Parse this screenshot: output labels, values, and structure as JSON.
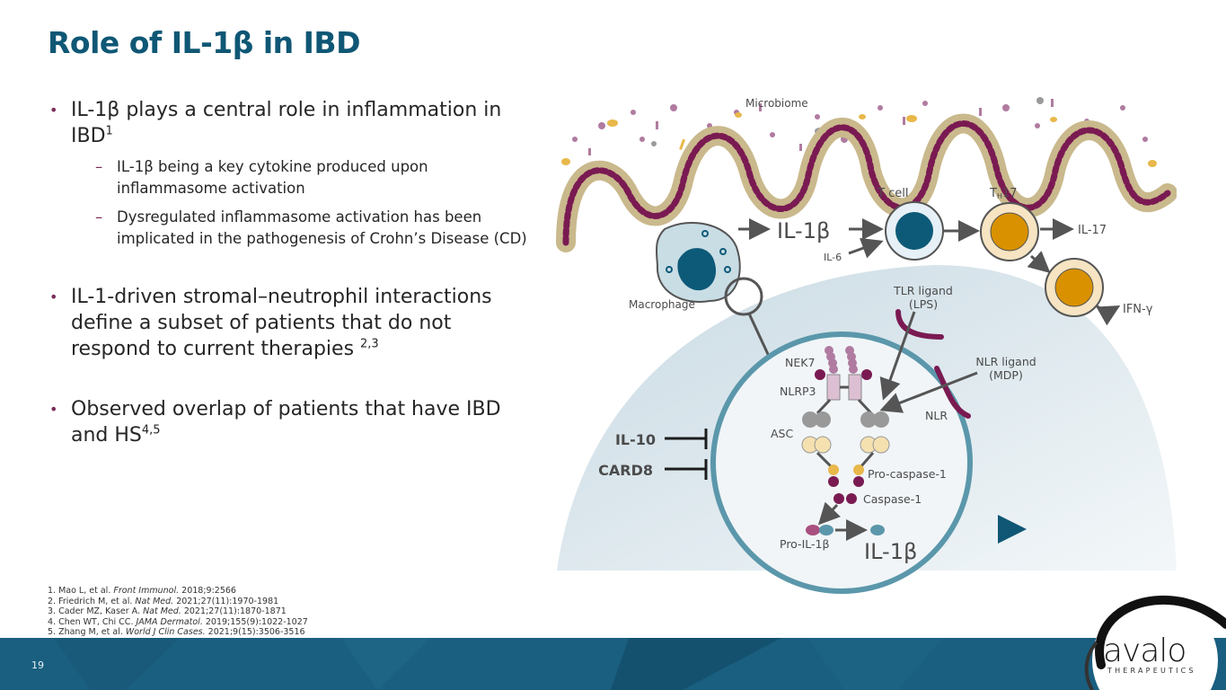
{
  "slide": {
    "title": "Role of IL-1β in IBD",
    "page_number": "19"
  },
  "bullets": [
    {
      "text": "IL-1β plays a central role in inflammation in IBD",
      "sup": "1",
      "sub": [
        "IL-1β being a key cytokine produced upon inflammasome activation",
        "Dysregulated inflammasome activation has been implicated in the pathogenesis of Crohn’s Disease (CD)"
      ]
    },
    {
      "text": "IL-1-driven stromal–neutrophil interactions define a subset of patients that do not respond to current therapies ",
      "sup": "2,3"
    },
    {
      "text": "Observed overlap of patients that have IBD and HS",
      "sup": "4,5"
    }
  ],
  "references": [
    {
      "pre": "1. Mao L, et al. ",
      "journal": "Front Immunol.",
      "post": " 2018;9:2566"
    },
    {
      "pre": "2. Friedrich M, et al. ",
      "journal": "Nat Med.",
      "post": " 2021;27(11):1970-1981"
    },
    {
      "pre": "3. Cader MZ, Kaser A. ",
      "journal": "Nat Med.",
      "post": " 2021;27(11):1870-1871"
    },
    {
      "pre": "4. Chen WT, Chi CC. ",
      "journal": "JAMA Dermatol.",
      "post": " 2019;155(9):1022-1027"
    },
    {
      "pre": "5. Zhang M, et al. ",
      "journal": "World J Clin Cases.",
      "post": " 2021;9(15):3506-3516"
    }
  ],
  "diagram": {
    "microbiome": "Microbiome",
    "macrophage": "Macrophage",
    "il1b_top": "IL-1β",
    "il6": "IL-6",
    "tcell": "T cell",
    "th17_main": "T",
    "th17_sub": "H",
    "th17_num": "17",
    "il17": "IL-17",
    "ifng": "IFN-γ",
    "tlr_ligand_1": "TLR ligand",
    "tlr_ligand_2": "(LPS)",
    "nlr_ligand_1": "NLR ligand",
    "nlr_ligand_2": "(MDP)",
    "nlr": "NLR",
    "nek7": "NEK7",
    "nlrp3": "NLRP3",
    "asc": "ASC",
    "pro_caspase": "Pro-caspase-1",
    "caspase": "Caspase-1",
    "pro_il1b": "Pro-IL-1β",
    "il1b_bottom": "IL-1β",
    "il10": "IL-10",
    "card8": "CARD8"
  },
  "logo": {
    "name": "avalo",
    "sub": "THERAPEUTICS"
  },
  "colors": {
    "title": "#0f5775",
    "bullet": "#7b2d5a",
    "footer": "#1a5f80",
    "nucleus_blue": "#0d5a78",
    "th17_orange": "#d99100",
    "maroon": "#7a1a52",
    "cell_ring": "#5b97ab"
  }
}
